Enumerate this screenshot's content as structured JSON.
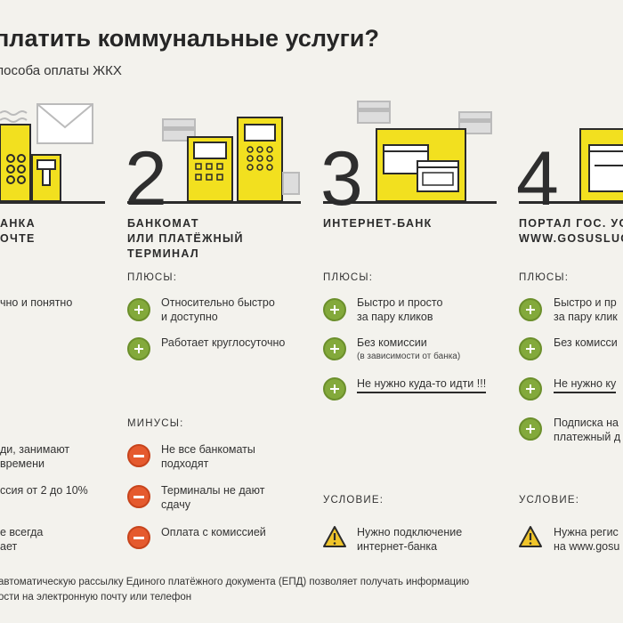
{
  "header": {
    "title": "платить коммунальные услуги?",
    "subtitle": "пособа оплаты ЖКХ"
  },
  "colors": {
    "yellow": "#f2e01f",
    "plus": "#83a93b",
    "minus": "#e55a2e",
    "warn": "#f0c52a",
    "ink": "#2b2b2b"
  },
  "columns": [
    {
      "number": "",
      "title": [
        "АНКА",
        "ОЧТЕ"
      ],
      "plus": [
        {
          "lines": [
            "чно и понятно"
          ]
        }
      ],
      "minus": [
        {
          "lines": [
            "ди, занимают",
            "времени"
          ]
        },
        {
          "lines": [
            "ссия от 2 до 10%"
          ]
        },
        {
          "lines": [
            "е всегда",
            "ает"
          ]
        }
      ]
    },
    {
      "number": "2",
      "title": [
        "БАНКОМАТ",
        "ИЛИ ПЛАТЁЖНЫЙ",
        "ТЕРМИНАЛ"
      ],
      "plus_label": "ПЛЮСЫ:",
      "plus": [
        {
          "lines": [
            "Относительно быстро",
            "и доступно"
          ]
        },
        {
          "lines": [
            "Работает круглосуточно"
          ]
        }
      ],
      "minus_label": "МИНУСЫ:",
      "minus": [
        {
          "lines": [
            "Не все банкоматы",
            "подходят"
          ]
        },
        {
          "lines": [
            "Терминалы не дают",
            "сдачу"
          ]
        },
        {
          "lines": [
            "Оплата с комиссией"
          ]
        }
      ]
    },
    {
      "number": "3",
      "title": [
        "ИНТЕРНЕТ-БАНК"
      ],
      "plus_label": "ПЛЮСЫ:",
      "plus": [
        {
          "lines": [
            "Быстро и просто",
            "за пару кликов"
          ]
        },
        {
          "lines": [
            "Без комиссии"
          ],
          "note": "(в зависимости от банка)"
        },
        {
          "lines": [
            "Не нужно куда-то идти !!!"
          ],
          "underline": true
        }
      ],
      "cond_label": "УСЛОВИЕ:",
      "cond": [
        {
          "lines": [
            "Нужно подключение",
            "интернет-банка"
          ]
        }
      ]
    },
    {
      "number": "4",
      "title": [
        "ПОРТАЛ ГОС. УС",
        "WWW.GOSUSLUG"
      ],
      "plus_label": "ПЛЮСЫ:",
      "plus": [
        {
          "lines": [
            "Быстро и пр",
            "за пару клик"
          ]
        },
        {
          "lines": [
            "Без комисси"
          ]
        },
        {
          "lines": [
            "Не нужно ку"
          ],
          "underline": true
        },
        {
          "lines": [
            "Подписка на",
            "платежный д"
          ]
        }
      ],
      "cond_label": "УСЛОВИЕ:",
      "cond": [
        {
          "lines": [
            "Нужна регис",
            "на www.gosu"
          ]
        }
      ]
    }
  ],
  "footer": {
    "lines": [
      "автоматическую рассылку Единого платёжного документа (ЕПД) позволяет получать информацию",
      "ости на электронную почту или телефон"
    ]
  }
}
